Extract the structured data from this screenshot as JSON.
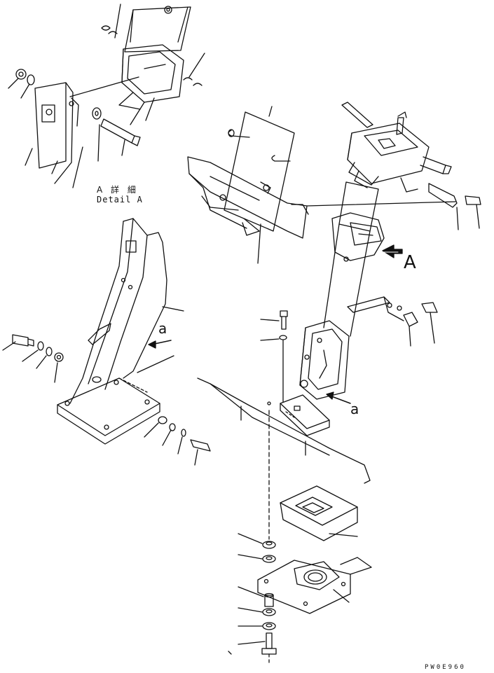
{
  "drawing": {
    "detail_label_jp": "A 詳 細",
    "detail_label_en": "Detail A",
    "view_letter_A": "A",
    "view_letter_a": "a",
    "drawing_id": "PW0E960"
  },
  "colors": {
    "ink": "#111111",
    "background": "#ffffff"
  }
}
